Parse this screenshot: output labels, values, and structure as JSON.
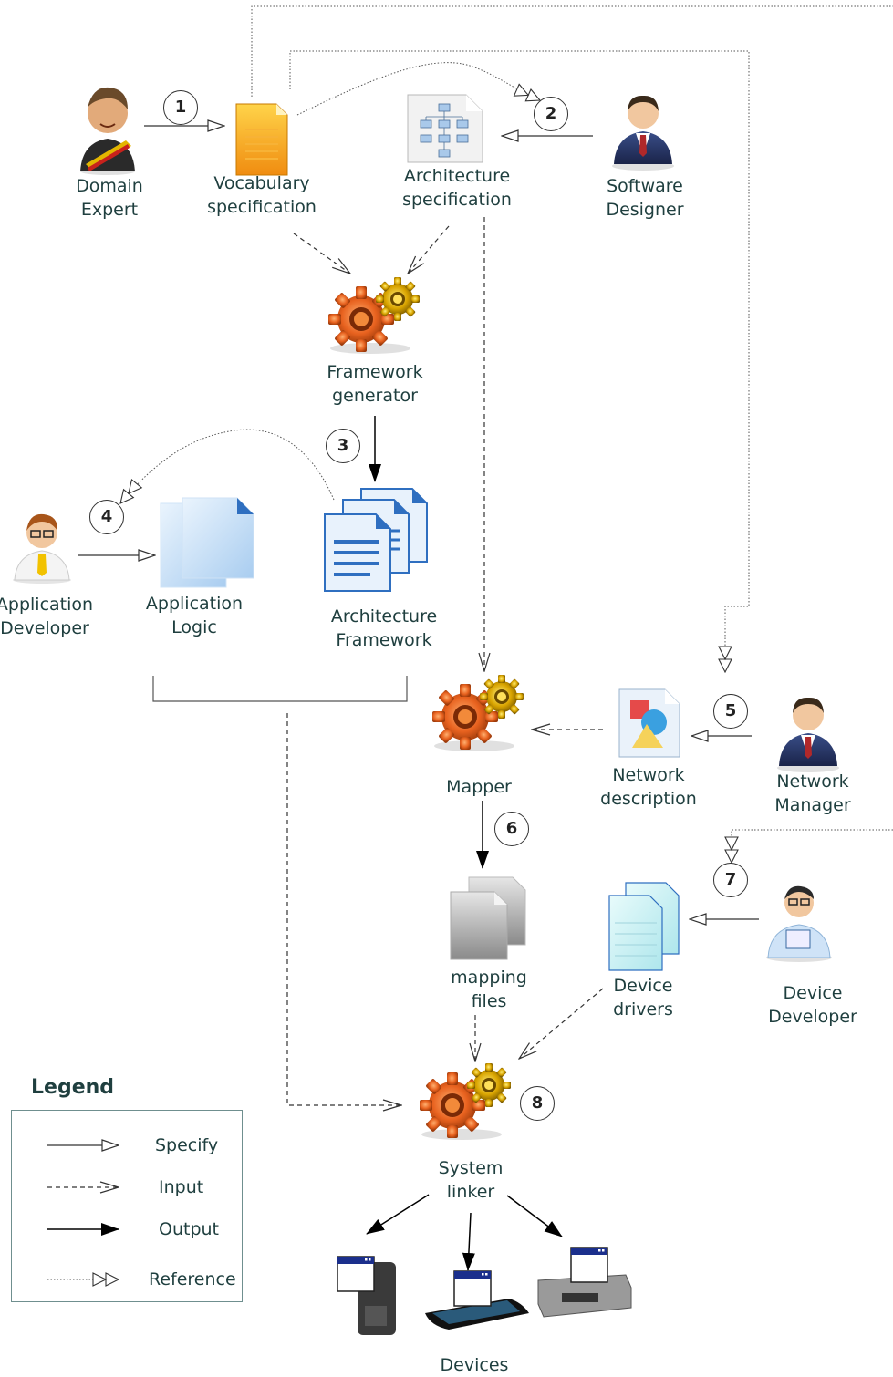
{
  "actors": {
    "domain_expert": [
      "Domain",
      "Expert"
    ],
    "software_designer": [
      "Software",
      "Designer"
    ],
    "application_developer": [
      "Application",
      "Developer"
    ],
    "network_manager": [
      "Network",
      "Manager"
    ],
    "device_developer": [
      "Device",
      "Developer"
    ]
  },
  "artifacts": {
    "vocabulary_spec": [
      "Vocabulary",
      "specification"
    ],
    "architecture_spec": [
      "Architecture",
      "specification"
    ],
    "application_logic": [
      "Application",
      "Logic"
    ],
    "architecture_framework": [
      "Architecture",
      "Framework"
    ],
    "network_description": [
      "Network",
      "description"
    ],
    "mapping_files": [
      "mapping",
      "files"
    ],
    "device_drivers": [
      "Device",
      "drivers"
    ],
    "devices": "Devices"
  },
  "tools": {
    "framework_generator": [
      "Framework",
      "generator"
    ],
    "mapper": "Mapper",
    "system_linker": [
      "System",
      "linker"
    ]
  },
  "steps": [
    "1",
    "2",
    "3",
    "4",
    "5",
    "6",
    "7",
    "8"
  ],
  "legend": {
    "title": "Legend",
    "specify": "Specify",
    "input": "Input",
    "output": "Output",
    "reference": "Reference"
  },
  "colors": {
    "label_text": "#1f3f3f",
    "gear_orange": "#e8621f",
    "gear_gold": "#d9a400",
    "doc_blue": "#2f6fc0",
    "doc_orange": "#f5a21b"
  }
}
